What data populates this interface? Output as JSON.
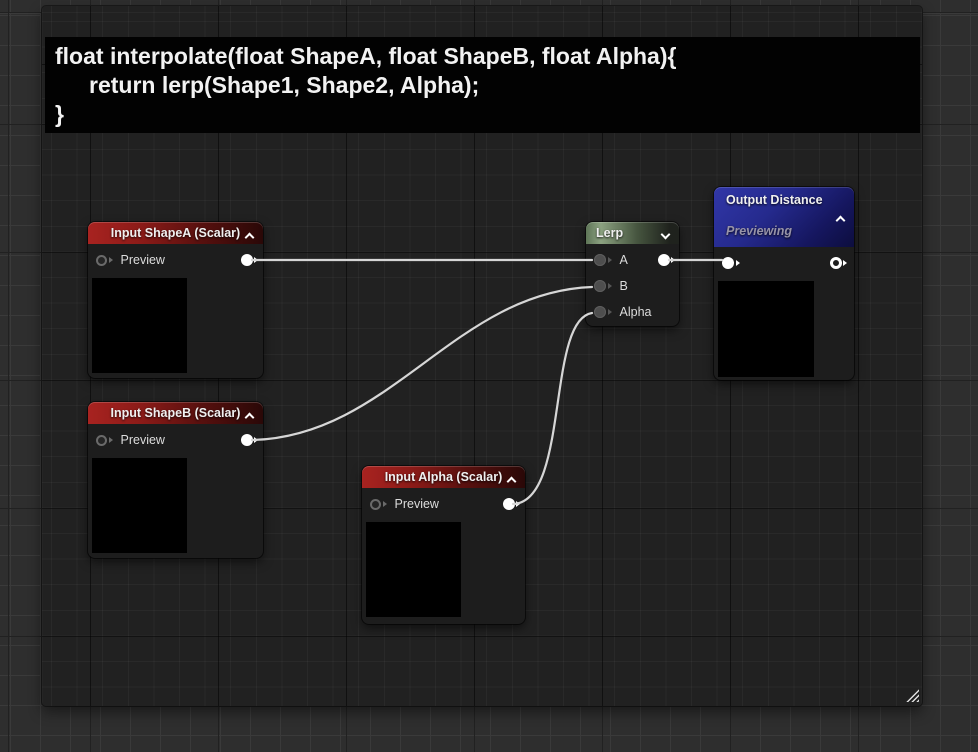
{
  "code_block": {
    "lines": [
      "float interpolate(float ShapeA, float ShapeB, float Alpha){",
      "return lerp(Shape1, Shape2, Alpha);",
      "}"
    ]
  },
  "nodes": {
    "input_shape_a": {
      "title": "Input ShapeA (Scalar)",
      "preview_label": "Preview"
    },
    "input_shape_b": {
      "title": "Input ShapeB (Scalar)",
      "preview_label": "Preview"
    },
    "input_alpha": {
      "title": "Input Alpha (Scalar)",
      "preview_label": "Preview"
    },
    "lerp": {
      "title": "Lerp",
      "inputs": [
        "A",
        "B",
        "Alpha"
      ]
    },
    "output_distance": {
      "title": "Output Distance",
      "status": "Previewing"
    }
  },
  "colors": {
    "input_header_red": "#a82320",
    "function_header_green": "#8ba180",
    "output_header_blue": "#3137a8",
    "wire": "#d6d6d6",
    "canvas_background": "#212121",
    "page_background": "#2e2e2e",
    "preview_black": "#000000"
  }
}
